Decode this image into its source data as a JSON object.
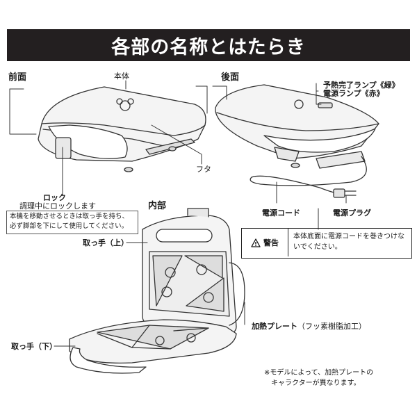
{
  "title": "各部の名称とはたらき",
  "sections": {
    "front": "前面",
    "back": "後面",
    "inside": "内部"
  },
  "labels": {
    "body": "本体",
    "lid": "フタ",
    "lock": "ロック",
    "lock_desc": "調理中にロックします",
    "preheat_lamp": "予熱完了ランプ《緑》",
    "power_lamp": "電源ランプ《赤》",
    "power_cord": "電源コード",
    "power_plug": "電源プラグ",
    "handle_upper": "取っ手（上）",
    "handle_lower": "取っ手（下）",
    "heating_plate": "加熱プレート",
    "heating_plate_note": "（フッ素樹脂加工）"
  },
  "notes": {
    "move_line1": "本機を移動させるときは取っ手を持ち、",
    "move_line2": "必ず脚部を下にして使用してください。",
    "warning_label": "警告",
    "warning_text": "本体底面に電源コードを巻きつけないでください。",
    "footnote": "※モデルによって、加熱プレートの\n　キャラクターが異なります。"
  }
}
